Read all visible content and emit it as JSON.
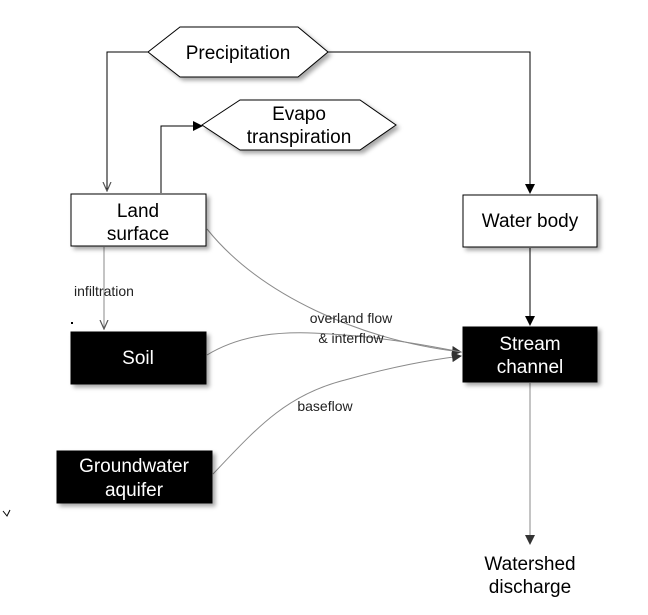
{
  "nodes": {
    "precipitation": "Precipitation",
    "evapotranspiration": [
      "Evapo",
      "transpiration"
    ],
    "land_surface": [
      "Land",
      "surface"
    ],
    "water_body": "Water body",
    "soil": "Soil",
    "stream_channel": [
      "Stream",
      "channel"
    ],
    "groundwater_aquifer": [
      "Groundwater",
      "aquifer"
    ],
    "watershed_discharge": [
      "Watershed",
      "discharge"
    ]
  },
  "edges": {
    "infiltration": "infiltration",
    "overland_flow": [
      "overland flow",
      "& interflow"
    ],
    "baseflow": "baseflow"
  },
  "colors": {
    "dark_node_fill": "#000000",
    "dark_node_text": "#ffffff",
    "light_node_fill": "#ffffff",
    "line": "#000000",
    "light_line": "#8a8a8a"
  }
}
